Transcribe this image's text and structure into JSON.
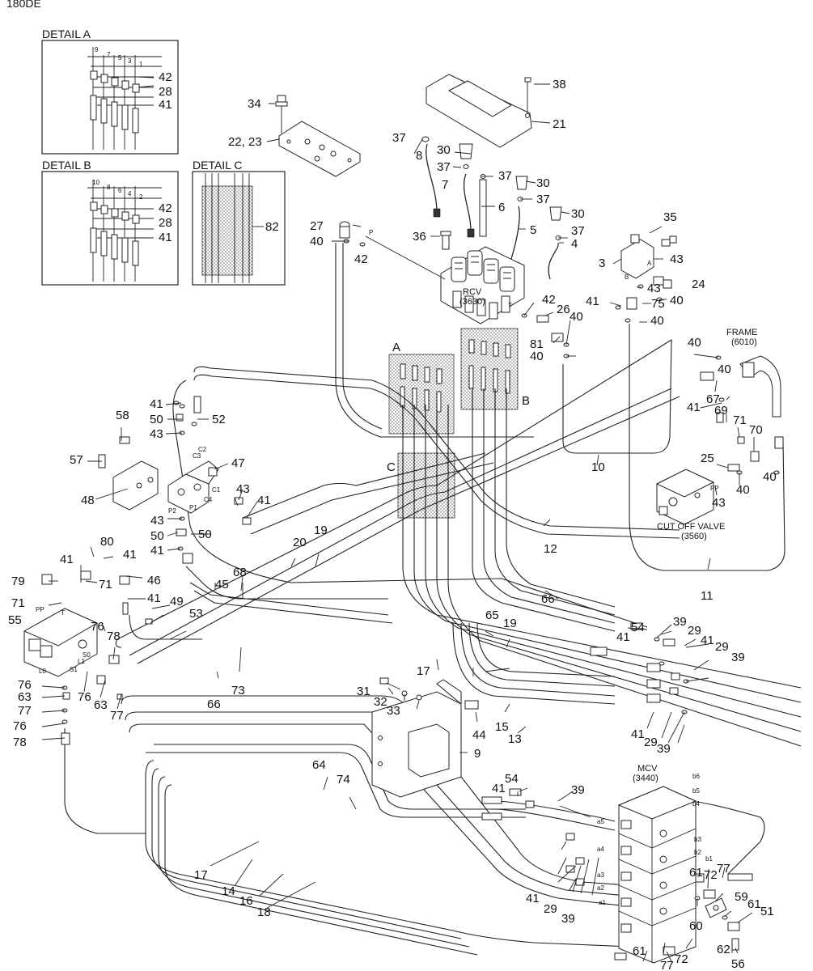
{
  "header": {
    "model": "180DE"
  },
  "details": [
    {
      "id": "detail-a",
      "title": "DETAIL A",
      "callouts": [
        "42",
        "28",
        "41"
      ],
      "tick_labels": [
        "9",
        "7",
        "5",
        "3",
        "1"
      ]
    },
    {
      "id": "detail-b",
      "title": "DETAIL B",
      "callouts": [
        "42",
        "28",
        "41"
      ],
      "tick_labels": [
        "10",
        "8",
        "6",
        "4",
        "2"
      ]
    },
    {
      "id": "detail-c",
      "title": "DETAIL C",
      "callouts": [
        "82"
      ]
    }
  ],
  "components": {
    "rcv": {
      "name": "RCV",
      "code": "(3630)"
    },
    "mcv": {
      "name": "MCV",
      "code": "(3440)"
    },
    "cut_off_valve": {
      "name": "CUT OFF VALVE",
      "code": "(3560)"
    },
    "frame": {
      "name": "FRAME",
      "code": "(6010)"
    }
  },
  "zone_markers": {
    "a": "A",
    "b": "B",
    "c": "C"
  },
  "port_labels": {
    "p": "P",
    "t": "T",
    "a": "A",
    "b": "B",
    "pp": "PP",
    "c1": "C1",
    "c2": "C2",
    "c3": "C3",
    "c4": "C4",
    "p1": "P1",
    "p2": "P2",
    "l0": "L0",
    "l1": "L1",
    "s0": "S0",
    "s1": "S1",
    "a1": "a1",
    "a2": "a2",
    "a3": "a3",
    "a4": "a4",
    "a5": "a5",
    "b1": "b1",
    "b2": "b2",
    "b3": "b3",
    "b4": "b4",
    "b5": "b5",
    "b6": "b6"
  },
  "callouts": {
    "c4": "4",
    "c5": "5",
    "c6": "6",
    "c7": "7",
    "c8": "8",
    "c9": "9",
    "c10": "10",
    "c11": "11",
    "c12": "12",
    "c13": "13",
    "c14": "14",
    "c15": "15",
    "c16": "16",
    "c17a": "17",
    "c17b": "17",
    "c18": "18",
    "c19a": "19",
    "c19b": "19",
    "c20": "20",
    "c21": "21",
    "c2223": "22, 23",
    "c24": "24",
    "c25": "25",
    "c26": "26",
    "c27": "27",
    "c29a": "29",
    "c29b": "29",
    "c29c": "29",
    "c29d": "29",
    "c30a": "30",
    "c30b": "30",
    "c30c": "30",
    "c31": "31",
    "c32": "32",
    "c33": "33",
    "c34": "34",
    "c35": "35",
    "c36": "36",
    "c37a": "37",
    "c37b": "37",
    "c37c": "37",
    "c37d": "37",
    "c37e": "37",
    "c38": "38",
    "c39a": "39",
    "c39b": "39",
    "c39c": "39",
    "c39d": "39",
    "c39e": "39",
    "c40a": "40",
    "c40b": "40",
    "c40c": "40",
    "c40d": "40",
    "c40e": "40",
    "c40f": "40",
    "c40g": "40",
    "c40h": "40",
    "c40i": "40",
    "c40j": "40",
    "c41a": "41",
    "c41b": "41",
    "c41c": "41",
    "c41d": "41",
    "c41e": "41",
    "c41f": "41",
    "c41g": "41",
    "c41h": "41",
    "c41i": "41",
    "c41j": "41",
    "c41k": "41",
    "c42a": "42",
    "c42b": "42",
    "c43a": "43",
    "c43b": "43",
    "c43c": "43",
    "c43d": "43",
    "c43e": "43",
    "c44": "44",
    "c45": "45",
    "c46": "46",
    "c47": "47",
    "c48": "48",
    "c49": "49",
    "c50a": "50",
    "c50b": "50",
    "c50c": "50",
    "c51": "51",
    "c52": "52",
    "c53": "53",
    "c54a": "54",
    "c54b": "54",
    "c55": "55",
    "c56": "56",
    "c57": "57",
    "c58": "58",
    "c59": "59",
    "c60": "60",
    "c61a": "61",
    "c61b": "61",
    "c61c": "61",
    "c62": "62",
    "c63a": "63",
    "c63b": "63",
    "c64": "64",
    "c65": "65",
    "c66a": "66",
    "c66b": "66",
    "c67": "67",
    "c68": "68",
    "c69": "69",
    "c70": "70",
    "c71a": "71",
    "c71b": "71",
    "c71c": "71",
    "c72a": "72",
    "c72b": "72",
    "c73": "73",
    "c74": "74",
    "c75": "75",
    "c76a": "76",
    "c76b": "76",
    "c76c": "76",
    "c76d": "76",
    "c77a": "77",
    "c77b": "77",
    "c77c": "77",
    "c77d": "77",
    "c78a": "78",
    "c78b": "78",
    "c79": "79",
    "c80": "80",
    "c81": "81",
    "c3": "3"
  }
}
